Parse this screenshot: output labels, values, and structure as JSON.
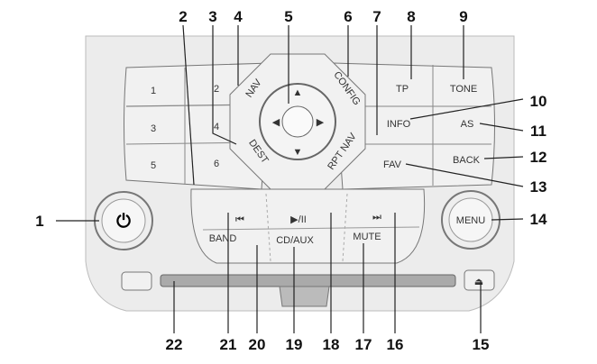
{
  "callouts": [
    "1",
    "2",
    "3",
    "4",
    "5",
    "6",
    "7",
    "8",
    "9",
    "10",
    "11",
    "12",
    "13",
    "14",
    "15",
    "16",
    "17",
    "18",
    "19",
    "20",
    "21",
    "22"
  ],
  "buttons": {
    "preset1": "1",
    "preset2": "2",
    "preset3": "3",
    "preset4": "4",
    "preset5": "5",
    "preset6": "6",
    "nav": "NAV",
    "dest": "DEST",
    "config": "CONFIG",
    "rpt_nav": "RPT NAV",
    "tp": "TP",
    "tone": "TONE",
    "info": "INFO",
    "as": "AS",
    "fav": "FAV",
    "back": "BACK",
    "menu": "MENU",
    "prev": "⏮",
    "play_pause": "▶/II",
    "next": "⏭",
    "band": "BAND",
    "cd_aux": "CD/AUX",
    "mute": "MUTE",
    "eject": "⏏",
    "power": "⏻"
  },
  "colors": {
    "panel": "#ececec",
    "button": "#f1f1f1",
    "outline": "#777777"
  }
}
